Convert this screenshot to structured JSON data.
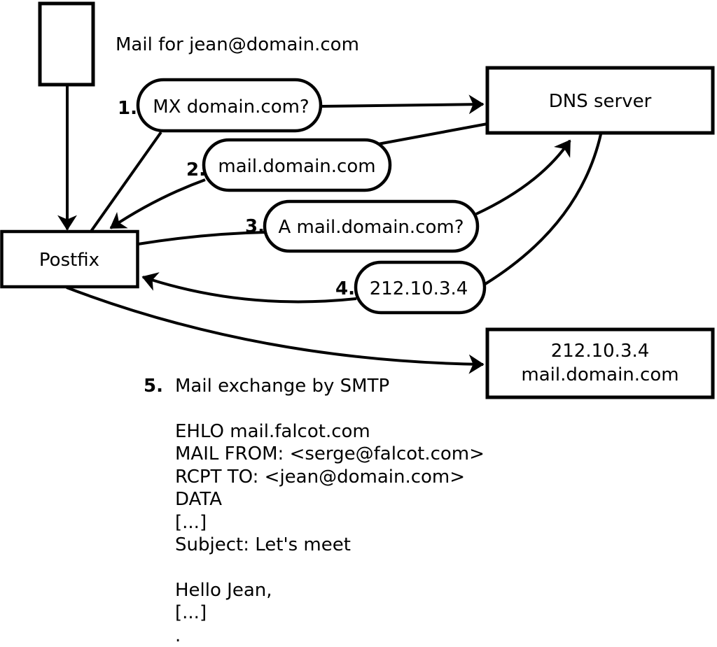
{
  "diagram": {
    "mail_note": "Mail for jean@domain.com",
    "nodes": {
      "postfix": {
        "label": "Postfix"
      },
      "dns_server": {
        "label": "DNS server"
      },
      "mail_server": {
        "line1": "212.10.3.4",
        "line2": "mail.domain.com"
      }
    },
    "steps": [
      {
        "number": "1.",
        "label": "MX domain.com?"
      },
      {
        "number": "2.",
        "label": "mail.domain.com"
      },
      {
        "number": "3.",
        "label": "A mail.domain.com?"
      },
      {
        "number": "4.",
        "label": "212.10.3.4"
      },
      {
        "number": "5.",
        "label": "Mail exchange by SMTP"
      }
    ],
    "smtp_session": "EHLO mail.falcot.com\nMAIL FROM: <serge@falcot.com>\nRCPT TO: <jean@domain.com>\nDATA\n[...]\nSubject: Let's meet\n\nHello Jean,\n[...]\n."
  }
}
